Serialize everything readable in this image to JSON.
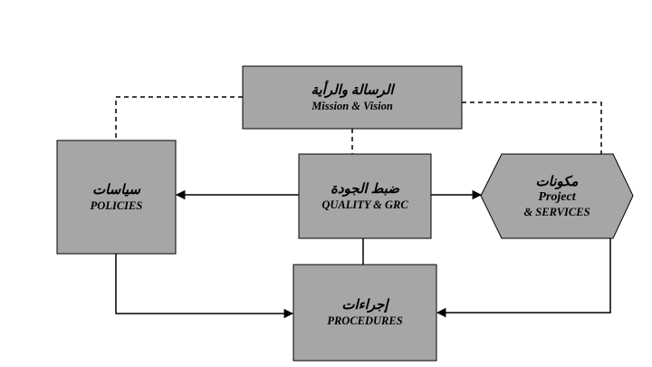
{
  "colors": {
    "box_fill": "#a6a6a6",
    "box_stroke": "#000000",
    "line": "#000000",
    "background": "#ffffff"
  },
  "nodes": {
    "mission": {
      "ar": "الرسالة والرأية",
      "en": "Mission & Vision"
    },
    "policies": {
      "ar": "سياسات",
      "en": "POLICIES"
    },
    "quality": {
      "ar": "ضبط الجودة",
      "en": "QUALITY & GRC"
    },
    "project": {
      "ar": "مكونات",
      "en": "Project",
      "en2": "& SERVICES"
    },
    "procedures": {
      "ar": "إجراءات",
      "en": "PROCEDURES"
    }
  }
}
